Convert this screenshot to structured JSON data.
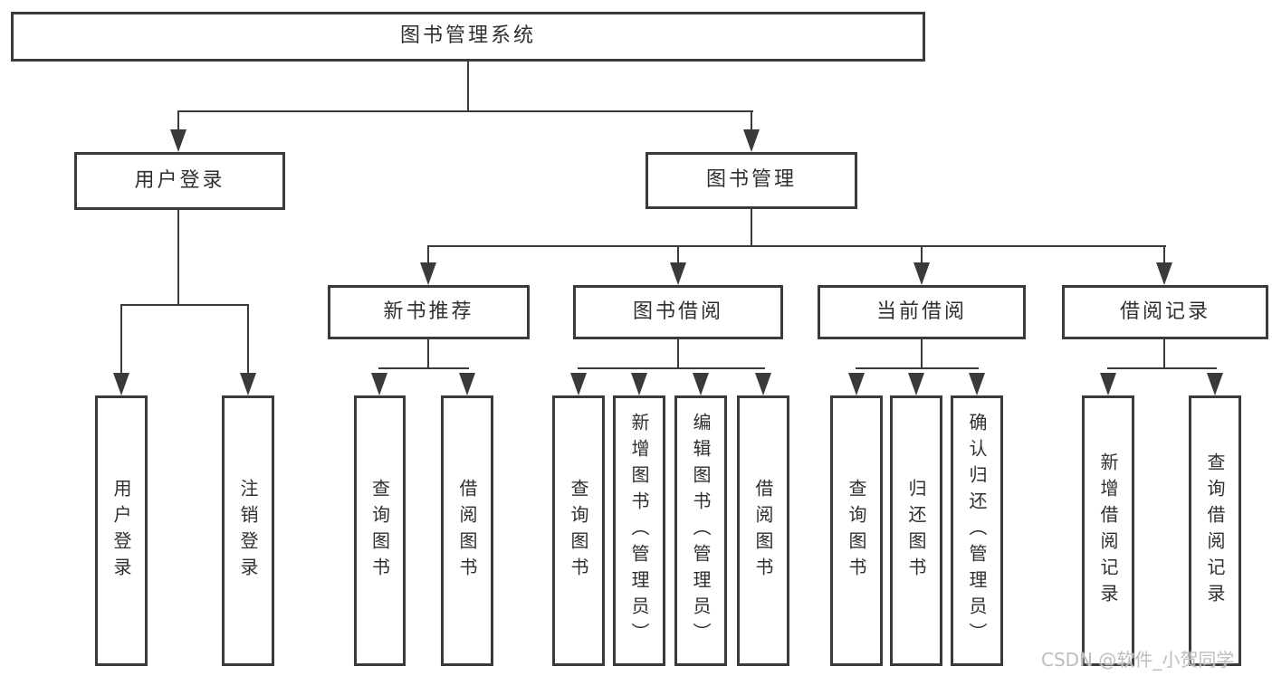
{
  "diagram": {
    "root": {
      "label": "图书管理系统"
    },
    "branches": [
      {
        "label": "用户登录",
        "children": [
          {
            "label": "用户登录"
          },
          {
            "label": "注销登录"
          }
        ]
      },
      {
        "label": "图书管理",
        "children": [
          {
            "label": "新书推荐",
            "children": [
              {
                "label": "查询图书"
              },
              {
                "label": "借阅图书"
              }
            ]
          },
          {
            "label": "图书借阅",
            "children": [
              {
                "label": "查询图书"
              },
              {
                "label": "新增图书（管理员）"
              },
              {
                "label": "编辑图书（管理员）"
              },
              {
                "label": "借阅图书"
              }
            ]
          },
          {
            "label": "当前借阅",
            "children": [
              {
                "label": "查询图书"
              },
              {
                "label": "归还图书"
              },
              {
                "label": "确认归还（管理员）"
              }
            ]
          },
          {
            "label": "借阅记录",
            "children": [
              {
                "label": "新增借阅记录"
              },
              {
                "label": "查询借阅记录"
              }
            ]
          }
        ]
      }
    ]
  },
  "watermark": "CSDN @软件_小贺同学",
  "colors": {
    "line": "#3a3a3a",
    "text": "#2f2f2f",
    "watermark": "#bdbdbd",
    "background": "#ffffff"
  }
}
